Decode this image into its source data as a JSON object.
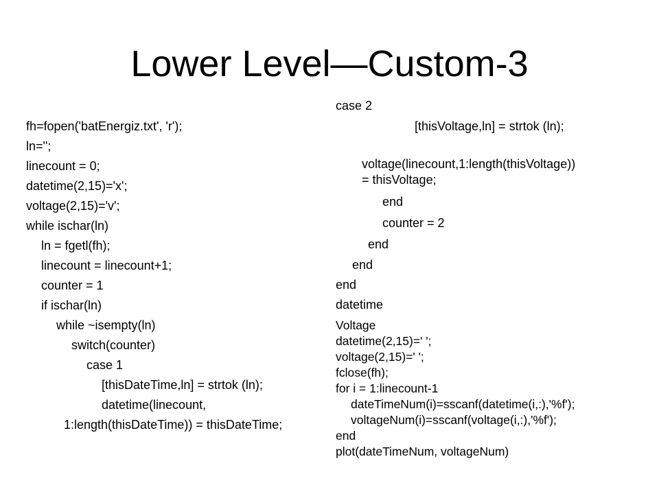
{
  "slide": {
    "title": "Lower Level—Custom-3",
    "left_column": [
      "fh=fopen('batEnergiz.txt', 'r');",
      "ln='';",
      "linecount = 0;",
      "datetime(2,15)='x';",
      "voltage(2,15)='v';",
      "while ischar(ln)",
      "ln = fgetl(fh);",
      "linecount = linecount+1;",
      "counter = 1",
      "if ischar(ln)",
      "while ~isempty(ln)",
      "switch(counter)",
      "case 1",
      "[thisDateTime,ln] = strtok (ln);",
      "datetime(linecount,",
      "1:length(thisDateTime)) = thisDateTime;"
    ],
    "right_column": [
      "case 2",
      "[thisVoltage,ln]  = strtok (ln);",
      "voltage(linecount,1:length(thisVoltage))",
      "= thisVoltage;",
      "end",
      "counter = 2",
      "end",
      "end",
      "end",
      "datetime",
      "Voltage",
      "datetime(2,15)=' ';",
      "voltage(2,15)=' ';",
      "fclose(fh);",
      "for i = 1:linecount-1",
      "dateTimeNum(i)=sscanf(datetime(i,:),'%f');",
      "voltageNum(i)=sscanf(voltage(i,:),'%f');",
      "end",
      "plot(dateTimeNum,  voltageNum)"
    ]
  }
}
